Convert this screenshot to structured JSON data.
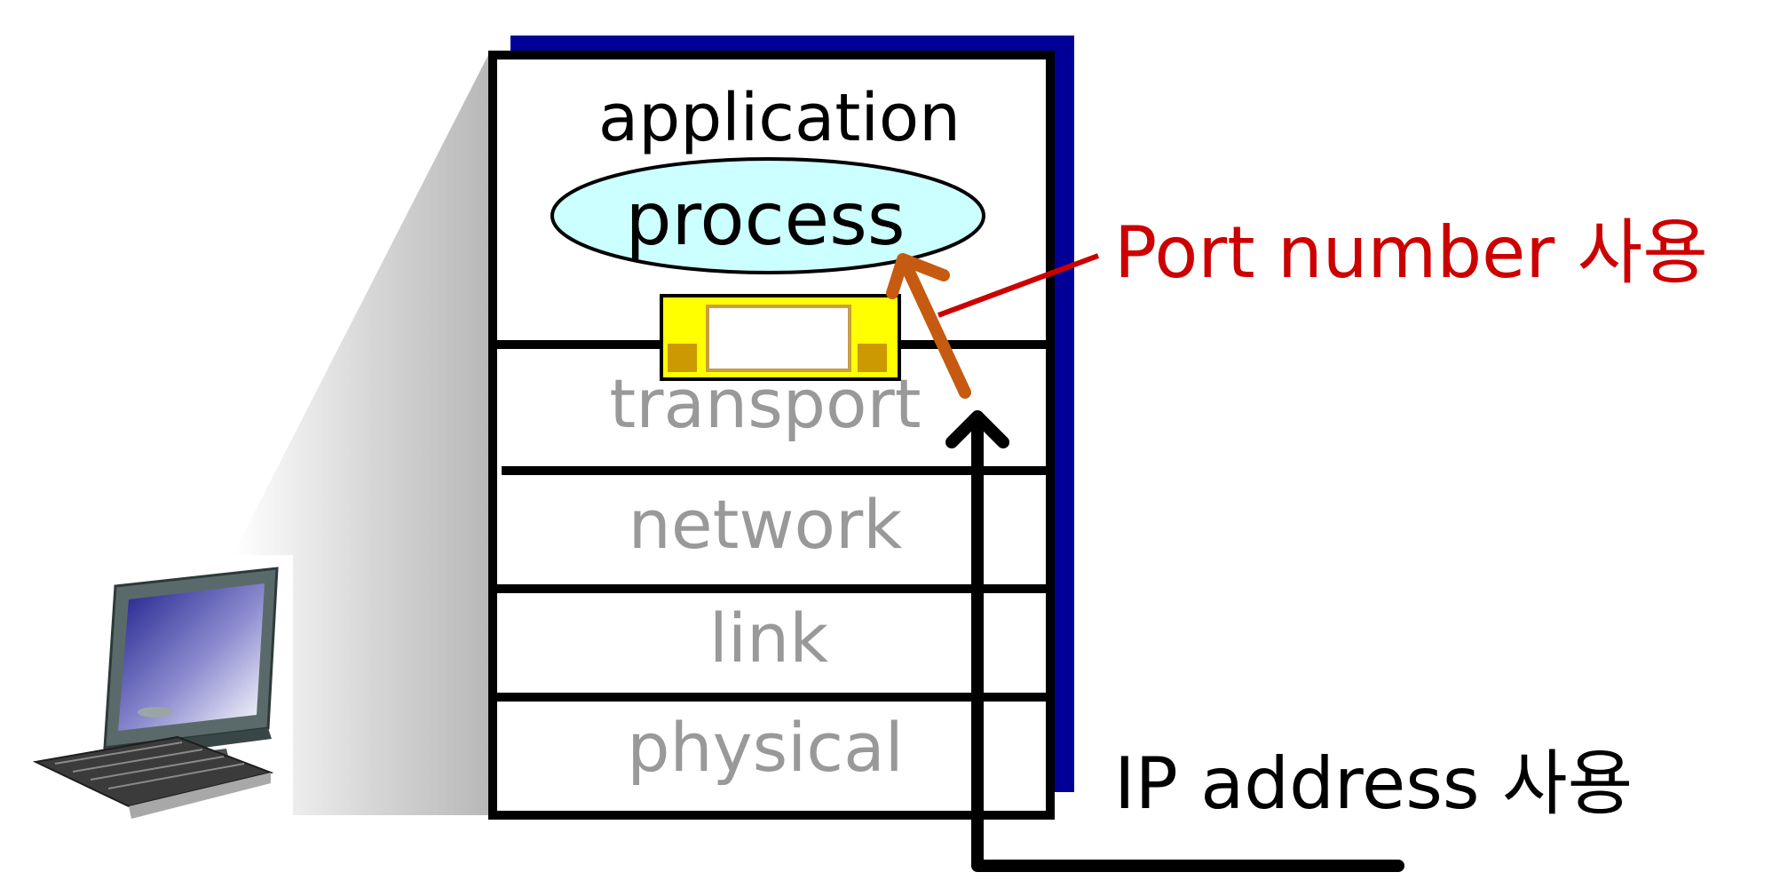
{
  "stack": {
    "layers": [
      {
        "id": "application",
        "label": "application"
      },
      {
        "id": "transport",
        "label": "transport"
      },
      {
        "id": "network",
        "label": "network"
      },
      {
        "id": "link",
        "label": "link"
      },
      {
        "id": "physical",
        "label": "physical"
      }
    ],
    "process_label": "process"
  },
  "annotations": {
    "port": {
      "text": "Port number 사용"
    },
    "ip": {
      "text": "IP address 사용"
    }
  },
  "colors": {
    "stack_shadow": "#000099",
    "frame": "#000000",
    "application_text": "#000000",
    "lower_layer_text": "#999999",
    "process_fill": "#ccffff",
    "socket_fill": "#ffff00",
    "socket_port": "#cc9900",
    "socket_slot_border": "#c8a040",
    "port_arrow": "#c65a11",
    "port_annotation": "#cc0000",
    "ip_annotation": "#000000",
    "host_projection": "#c8c8c8"
  },
  "icons": {
    "host": "desktop-computer-icon"
  }
}
